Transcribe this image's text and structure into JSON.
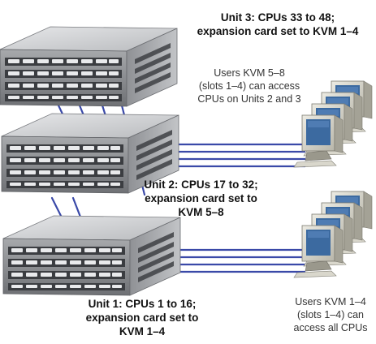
{
  "units": [
    {
      "id": "unit-3",
      "label_lines": [
        "Unit 3: CPUs 33 to 48;",
        "expansion card set to KVM 1–4"
      ]
    },
    {
      "id": "unit-2",
      "label_lines": [
        "Unit 2: CPUs 17 to 32;",
        "expansion card set to",
        "KVM 5–8"
      ]
    },
    {
      "id": "unit-1",
      "label_lines": [
        "Unit 1: CPUs 1 to 16;",
        "expansion card set to",
        "KVM 1–4"
      ]
    }
  ],
  "user_groups": [
    {
      "id": "users-kvm-5-8",
      "label_lines": [
        "Users KVM 5–8",
        "(slots 1–4) can access",
        "CPUs on Units 2 and 3"
      ]
    },
    {
      "id": "users-kvm-1-4",
      "label_lines": [
        "Users KVM 1–4",
        "(slots 1–4) can",
        "access all CPUs"
      ]
    }
  ],
  "colors": {
    "cable": "#3a49a8",
    "chassis_top": "#cfd0d2",
    "chassis_front": "#8b8d90",
    "chassis_side": "#a9abae"
  }
}
